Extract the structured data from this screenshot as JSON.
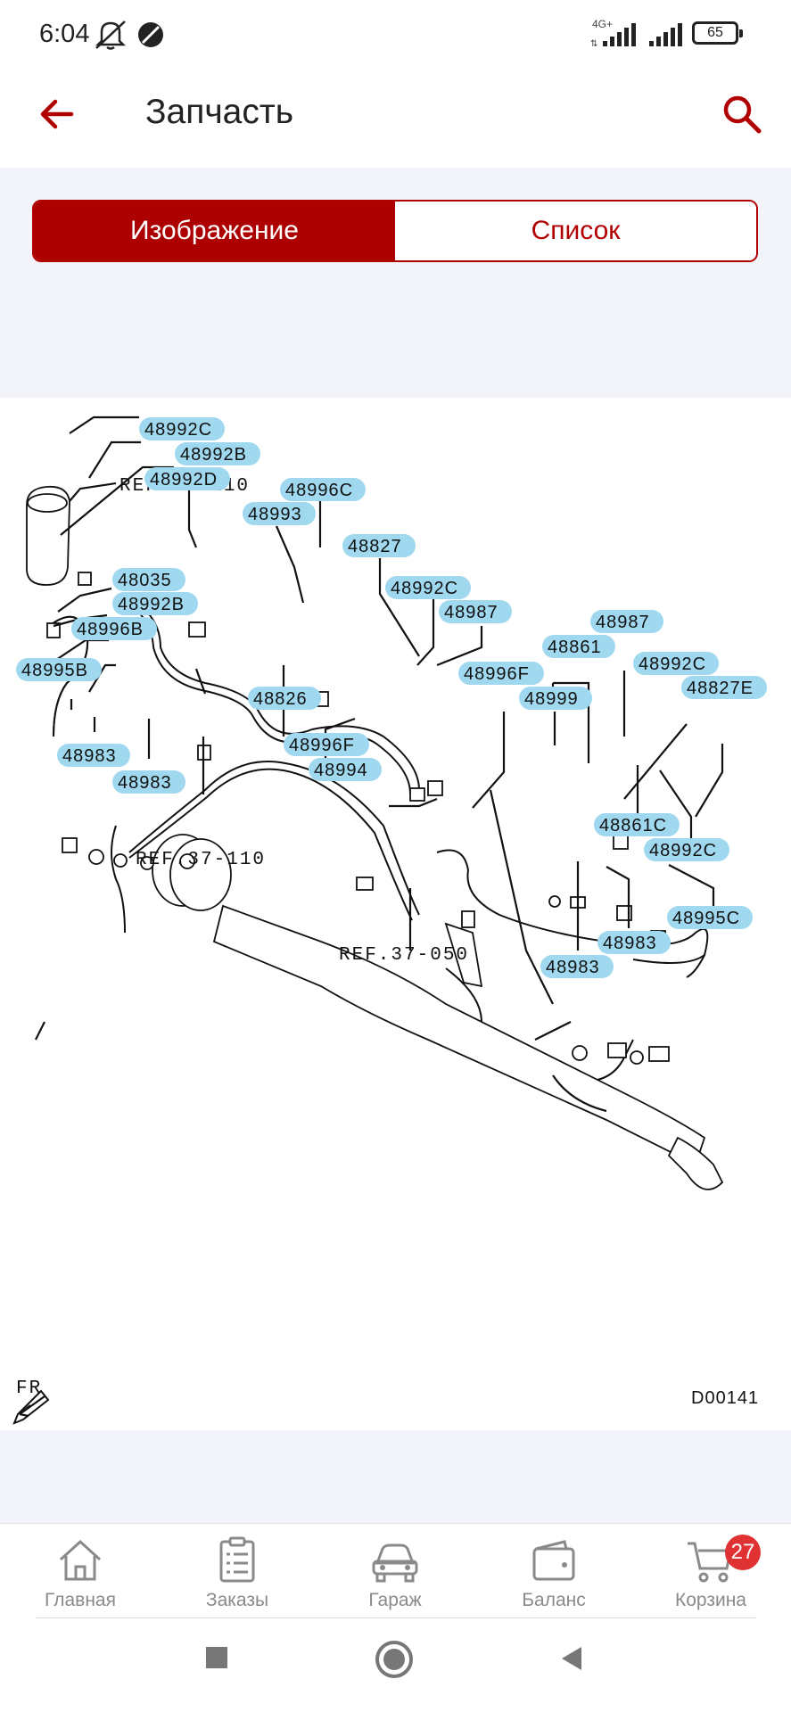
{
  "status_bar": {
    "time": "6:04",
    "network_type": "4G+",
    "battery": "65"
  },
  "app_bar": {
    "title": "Запчасть",
    "back_icon": "arrow-left-icon",
    "search_icon": "search-icon"
  },
  "tabs": [
    {
      "label": "Изображение",
      "active": true
    },
    {
      "label": "Список",
      "active": false
    }
  ],
  "diagram": {
    "refs": [
      "REF.37-110",
      "REF.37-110",
      "REF.37-050"
    ],
    "part_labels": [
      "48992C",
      "48992B",
      "48992D",
      "48996C",
      "48993",
      "48827",
      "48035",
      "48992B",
      "48996B",
      "48992C",
      "48987",
      "48995B",
      "48826",
      "48861",
      "48987",
      "48996F",
      "48992C",
      "48999",
      "48827E",
      "48983",
      "48996F",
      "48983",
      "48994",
      "48861C",
      "48992C",
      "48995C",
      "48983",
      "48983"
    ],
    "direction_label": "FR",
    "diagram_code": "D00141"
  },
  "bottom_nav": [
    {
      "label": "Главная",
      "icon": "home-icon"
    },
    {
      "label": "Заказы",
      "icon": "orders-icon"
    },
    {
      "label": "Гараж",
      "icon": "car-icon"
    },
    {
      "label": "Баланс",
      "icon": "wallet-icon"
    },
    {
      "label": "Корзина",
      "icon": "cart-icon",
      "badge": "27"
    }
  ],
  "colors": {
    "accent": "#ad0000",
    "highlight": "#9fd8ef",
    "badge": "#e03232",
    "background": "#f3f4fa"
  }
}
